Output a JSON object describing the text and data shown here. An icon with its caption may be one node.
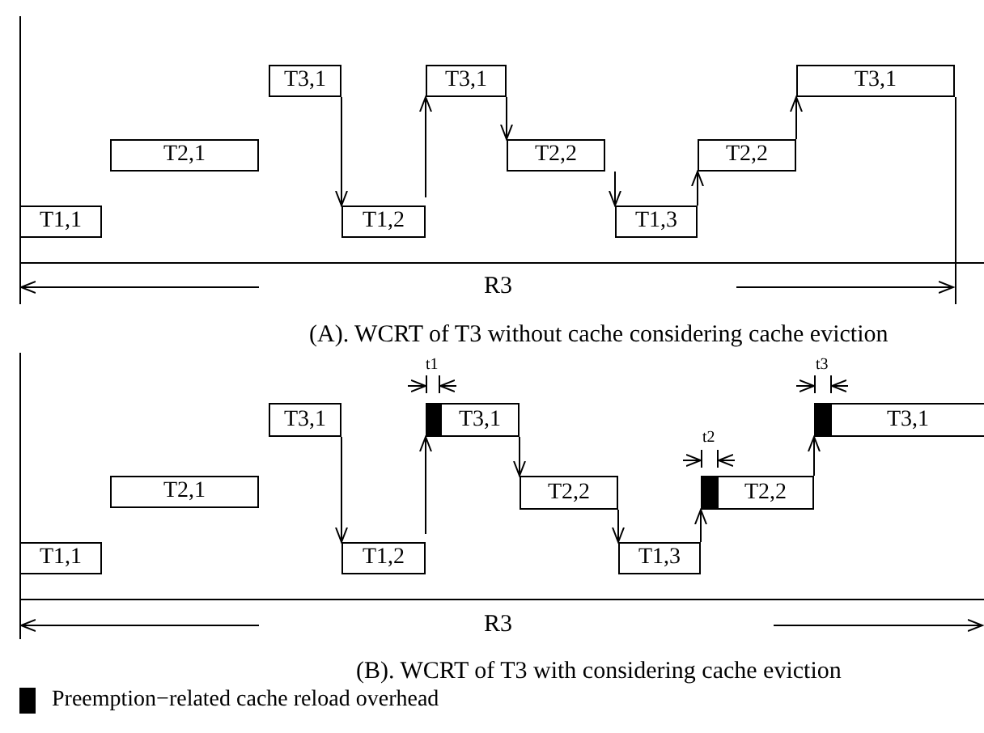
{
  "diagram": {
    "nodes": [
      {
        "text": [
          "T1,1"
        ]
      },
      {
        "text": [
          "T2,1"
        ]
      },
      {
        "text": [
          "T3,1"
        ]
      },
      {
        "text": [
          "T1,2"
        ]
      },
      {
        "text": [
          "T3,1"
        ]
      },
      {
        "text": [
          "T2,2"
        ]
      },
      {
        "text": [
          "T1,3"
        ]
      },
      {
        "text": [
          "T2,2"
        ]
      },
      {
        "text": [
          "T3,1"
        ]
      },
      {
        "text": [
          "T1,1"
        ]
      },
      {
        "text": [
          "T2,1"
        ]
      },
      {
        "text": [
          "T3,1"
        ]
      },
      {
        "text": [
          "T1,2"
        ]
      },
      {
        "text": [
          "T3,1"
        ]
      },
      {
        "text": [
          "T2,2"
        ]
      },
      {
        "text": [
          "T1,3"
        ]
      },
      {
        "text": [
          "T2,2"
        ]
      },
      {
        "text": [
          "T3,1"
        ]
      }
    ],
    "edges": [
      {
        "from": 2,
        "to": 3,
        "arrow": "to"
      },
      {
        "from": 3,
        "to": 4,
        "arrow": "to"
      },
      {
        "from": 4,
        "to": 5,
        "arrow": "to"
      },
      {
        "from": 5,
        "to": 6,
        "arrow": "to"
      },
      {
        "from": 6,
        "to": 7,
        "arrow": "to"
      },
      {
        "from": 7,
        "to": 8,
        "arrow": "to"
      },
      {
        "from": 11,
        "to": 12,
        "arrow": "to"
      },
      {
        "from": 12,
        "to": 13,
        "arrow": "to"
      },
      {
        "from": 13,
        "to": 14,
        "arrow": "to"
      },
      {
        "from": 14,
        "to": 15,
        "arrow": "to"
      },
      {
        "from": 15,
        "to": 16,
        "arrow": "to"
      },
      {
        "from": 16,
        "to": 17,
        "arrow": "to"
      }
    ],
    "labels": [
      "R3",
      "(A). WCRT of T3 without cache considering cache eviction",
      "t1",
      "t3",
      "t2",
      "R3",
      "(B). WCRT of T3 with considering cache eviction"
    ],
    "legend": [
      {
        "text": "Preemption−related cache reload overhead",
        "color": "#000000"
      }
    ]
  }
}
